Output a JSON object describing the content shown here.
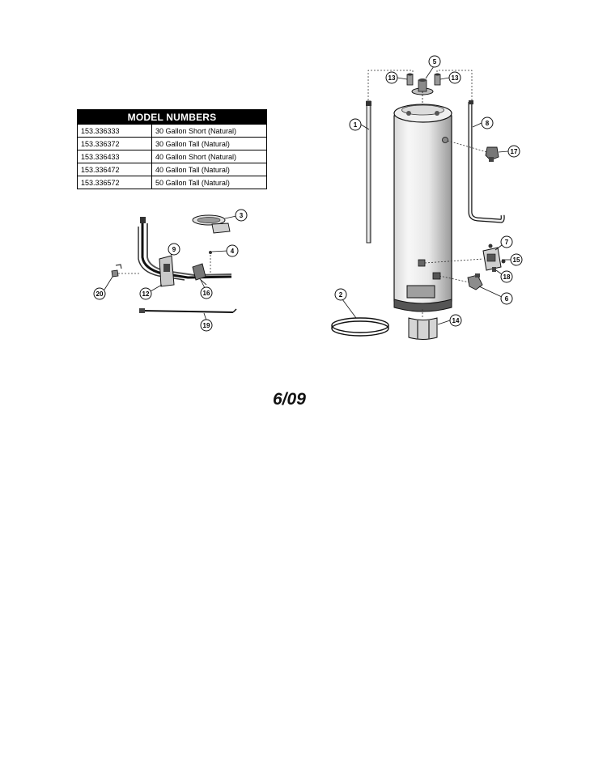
{
  "model_table": {
    "header": "MODEL NUMBERS",
    "rows": [
      {
        "number": "153.336333",
        "description": "30 Gallon Short (Natural)"
      },
      {
        "number": "153.336372",
        "description": "30 Gallon Tall (Natural)"
      },
      {
        "number": "153.336433",
        "description": "40 Gallon Short (Natural)"
      },
      {
        "number": "153.336472",
        "description": "40 Gallon Tall (Natural)"
      },
      {
        "number": "153.336572",
        "description": "50 Gallon Tall (Natural)"
      }
    ]
  },
  "callouts": {
    "c1": "1",
    "c2": "2",
    "c3": "3",
    "c4": "4",
    "c5": "5",
    "c6": "6",
    "c7": "7",
    "c8": "8",
    "c9": "9",
    "c12": "12",
    "c13a": "13",
    "c13b": "13",
    "c14": "14",
    "c15": "15",
    "c16": "16",
    "c17": "17",
    "c18": "18",
    "c19": "19",
    "c20": "20"
  },
  "date_mark": "6/09"
}
